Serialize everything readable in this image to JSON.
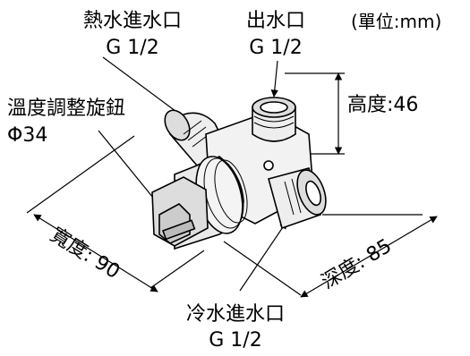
{
  "unit": "(單位:mm)",
  "labels": {
    "hot_inlet_name": "熱水進水口",
    "hot_inlet_size": "G 1/2",
    "outlet_name": "出水口",
    "outlet_size": "G 1/2",
    "knob_name": "溫度調整旋鈕",
    "knob_size": "Φ34",
    "height": "高度:46",
    "width": "寬度: 90",
    "depth": "深度: 85",
    "cold_inlet_name": "冷水進水口",
    "cold_inlet_size": "G 1/2"
  }
}
